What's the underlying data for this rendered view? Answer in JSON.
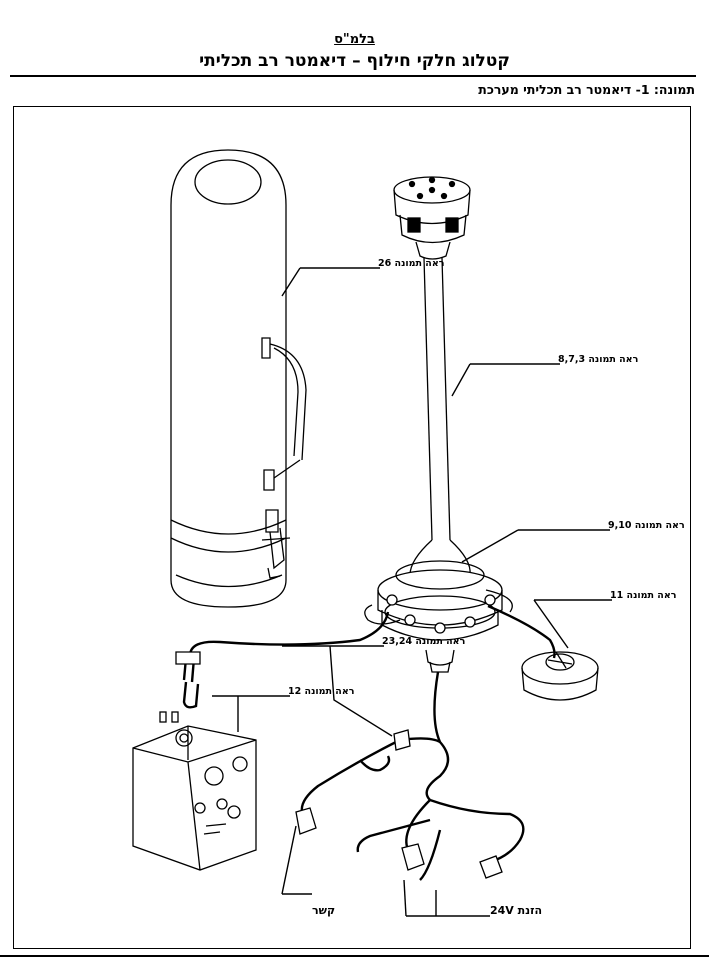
{
  "header": {
    "classification": "בלמ\"ס",
    "title": "קטלוג חלקי חילוף – דיאמטר רב תכליתי"
  },
  "figure": {
    "caption": "תמונה: 1- דיאמטר רב תכליתי  מערכת"
  },
  "callouts": {
    "cylinder": "ראה תמונה 26",
    "mast": "ראה תמונה 8,7,3",
    "base": "ראה תמונה 9,10",
    "cap": "ראה תמונה 11",
    "cable": "ראה תמונה 23,24",
    "box": "ראה תמונה 12",
    "comm": "קשר",
    "power": "הזנת 24V"
  }
}
